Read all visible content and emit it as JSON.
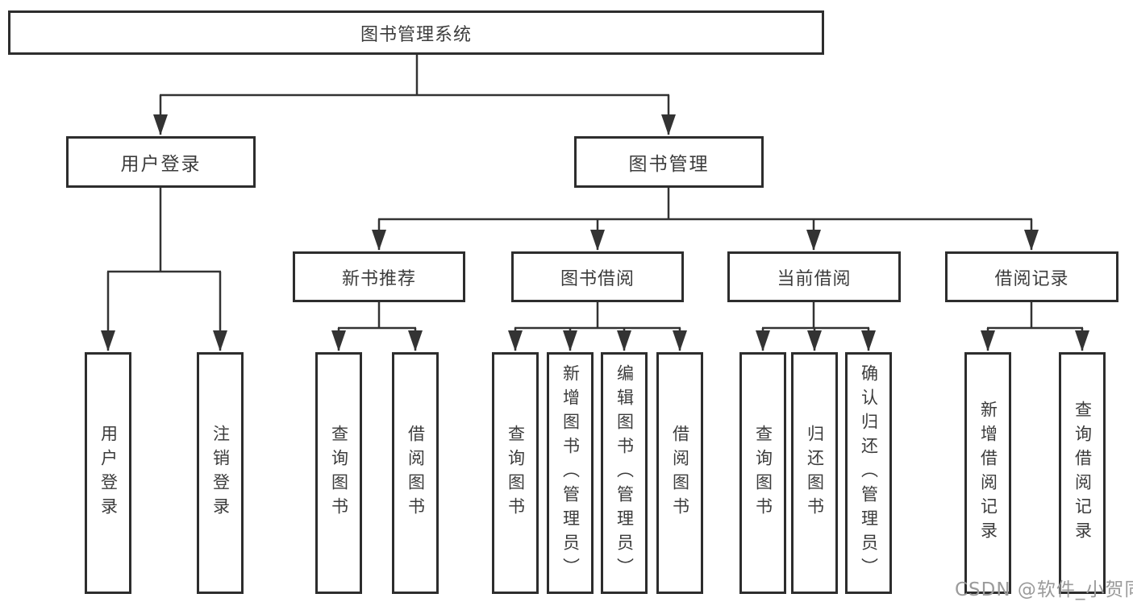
{
  "diagram": {
    "type": "tree",
    "root": {
      "label": "图书管理系统"
    },
    "level2": [
      {
        "label": "用户登录",
        "parent": "图书管理系统"
      },
      {
        "label": "图书管理",
        "parent": "图书管理系统"
      }
    ],
    "level3": [
      {
        "label": "新书推荐",
        "parent": "图书管理"
      },
      {
        "label": "图书借阅",
        "parent": "图书管理"
      },
      {
        "label": "当前借阅",
        "parent": "图书管理"
      },
      {
        "label": "借阅记录",
        "parent": "图书管理"
      }
    ],
    "leaves": [
      {
        "label": "用户登录",
        "parent": "用户登录"
      },
      {
        "label": "注销登录",
        "parent": "用户登录"
      },
      {
        "label": "查询图书",
        "parent": "新书推荐"
      },
      {
        "label": "借阅图书",
        "parent": "新书推荐"
      },
      {
        "label": "查询图书",
        "parent": "图书借阅"
      },
      {
        "label": "新增图书（管理员）",
        "parent": "图书借阅"
      },
      {
        "label": "编辑图书（管理员）",
        "parent": "图书借阅"
      },
      {
        "label": "借阅图书",
        "parent": "图书借阅"
      },
      {
        "label": "查询图书",
        "parent": "当前借阅"
      },
      {
        "label": "归还图书",
        "parent": "当前借阅"
      },
      {
        "label": "确认归还（管理员）",
        "parent": "当前借阅"
      },
      {
        "label": "新增借阅记录",
        "parent": "借阅记录"
      },
      {
        "label": "查询借阅记录",
        "parent": "借阅记录"
      }
    ],
    "watermark": "CSDN @软件_小贺同学",
    "colors": {
      "line": "#333333",
      "box_border": "#2d2d2d",
      "box_fill": "#ffffff",
      "text": "#3c3c3c",
      "watermark": "#9b9b9b",
      "background": "#ffffff"
    }
  }
}
